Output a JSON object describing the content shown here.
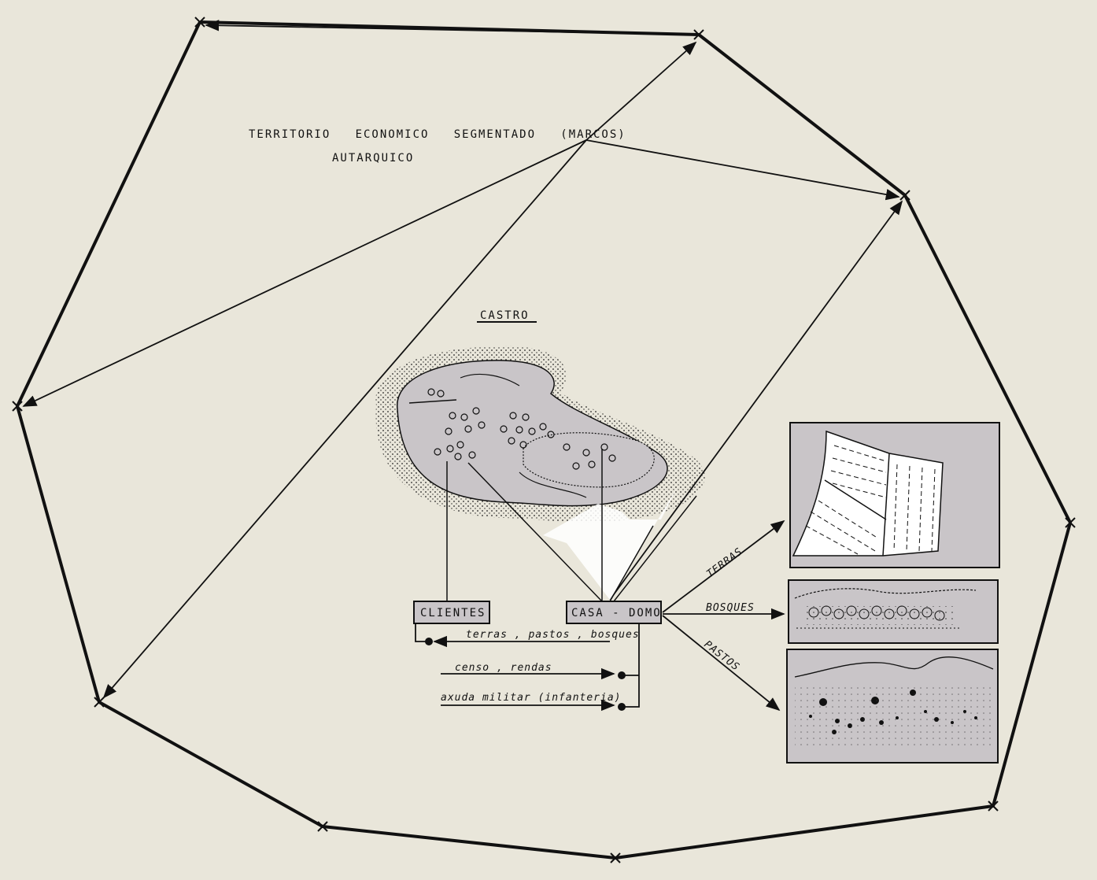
{
  "title": {
    "line1": "TERRITORIO   ECONOMICO   SEGMENTADO   (MARCOS)",
    "line2": "AUTARQUICO"
  },
  "castro_label": "CASTRO",
  "boxes": {
    "clientes": "CLIENTES",
    "casa_domo": "CASA - DOMO"
  },
  "flows": {
    "to_clientes": "terras , pastos , bosques",
    "census": "censo , rendas",
    "military": "axuda militar (infanteria)"
  },
  "resources": {
    "terras": "TERRAS",
    "bosques": "BOSQUES",
    "pastos": "PASTOS"
  },
  "colors": {
    "background": "#e9e6da",
    "ink": "#111111",
    "fill": "#c9c5c8"
  }
}
